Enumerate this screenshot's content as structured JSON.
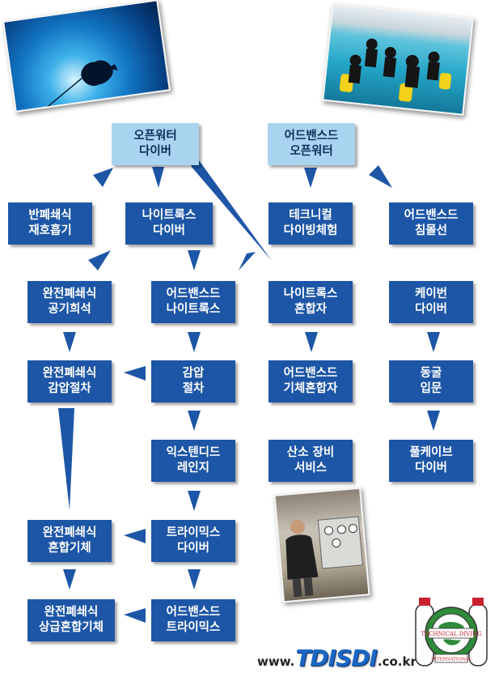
{
  "nodes": {
    "open_water": [
      "오픈워터",
      "다이버"
    ],
    "adv_open_water": [
      "어드밴스드",
      "오픈워터"
    ],
    "semi_closed": [
      "반폐쇄식",
      "재호흡기"
    ],
    "nitrox_diver": [
      "나이트록스",
      "다이버"
    ],
    "tech_intro": [
      "테크니컬",
      "다이빙체험"
    ],
    "adv_wreck": [
      "어드밴스드",
      "침몰선"
    ],
    "ccr_air": [
      "완전폐쇄식",
      "공기희석"
    ],
    "adv_nitrox": [
      "어드밴스드",
      "나이트록스"
    ],
    "nitrox_blender": [
      "나이트록스",
      "혼합자"
    ],
    "cavern": [
      "케이번",
      "다이버"
    ],
    "ccr_deco": [
      "완전폐쇄식",
      "감압절차"
    ],
    "deco_proc": [
      "감압",
      "절차"
    ],
    "adv_gas_blender": [
      "어드밴스드",
      "기체혼합자"
    ],
    "intro_cave": [
      "동굴",
      "입문"
    ],
    "ext_range": [
      "익스텐디드",
      "레인지"
    ],
    "o2_service": [
      "산소 장비",
      "서비스"
    ],
    "full_cave": [
      "풀케이브",
      "다이버"
    ],
    "ccr_mixed": [
      "완전폐쇄식",
      "혼합기체"
    ],
    "trimix": [
      "트라이믹스",
      "다이버"
    ],
    "ccr_adv_mixed": [
      "완전폐쇄식",
      "상급혼합기체"
    ],
    "adv_trimix": [
      "어드밴스드",
      "트라이믹스"
    ]
  },
  "footer": {
    "url_prefix": "www.",
    "brand": "TDISDI",
    "url_suffix": ".co.kr"
  },
  "logo": {
    "ring_text_top": "TECHNICAL DIVING",
    "ring_text_bottom": "INTERNATIONAL"
  },
  "colors": {
    "box_blue": "#1d56a6",
    "box_light": "#a9d4f0",
    "arrow_blue": "#1d56a6"
  }
}
